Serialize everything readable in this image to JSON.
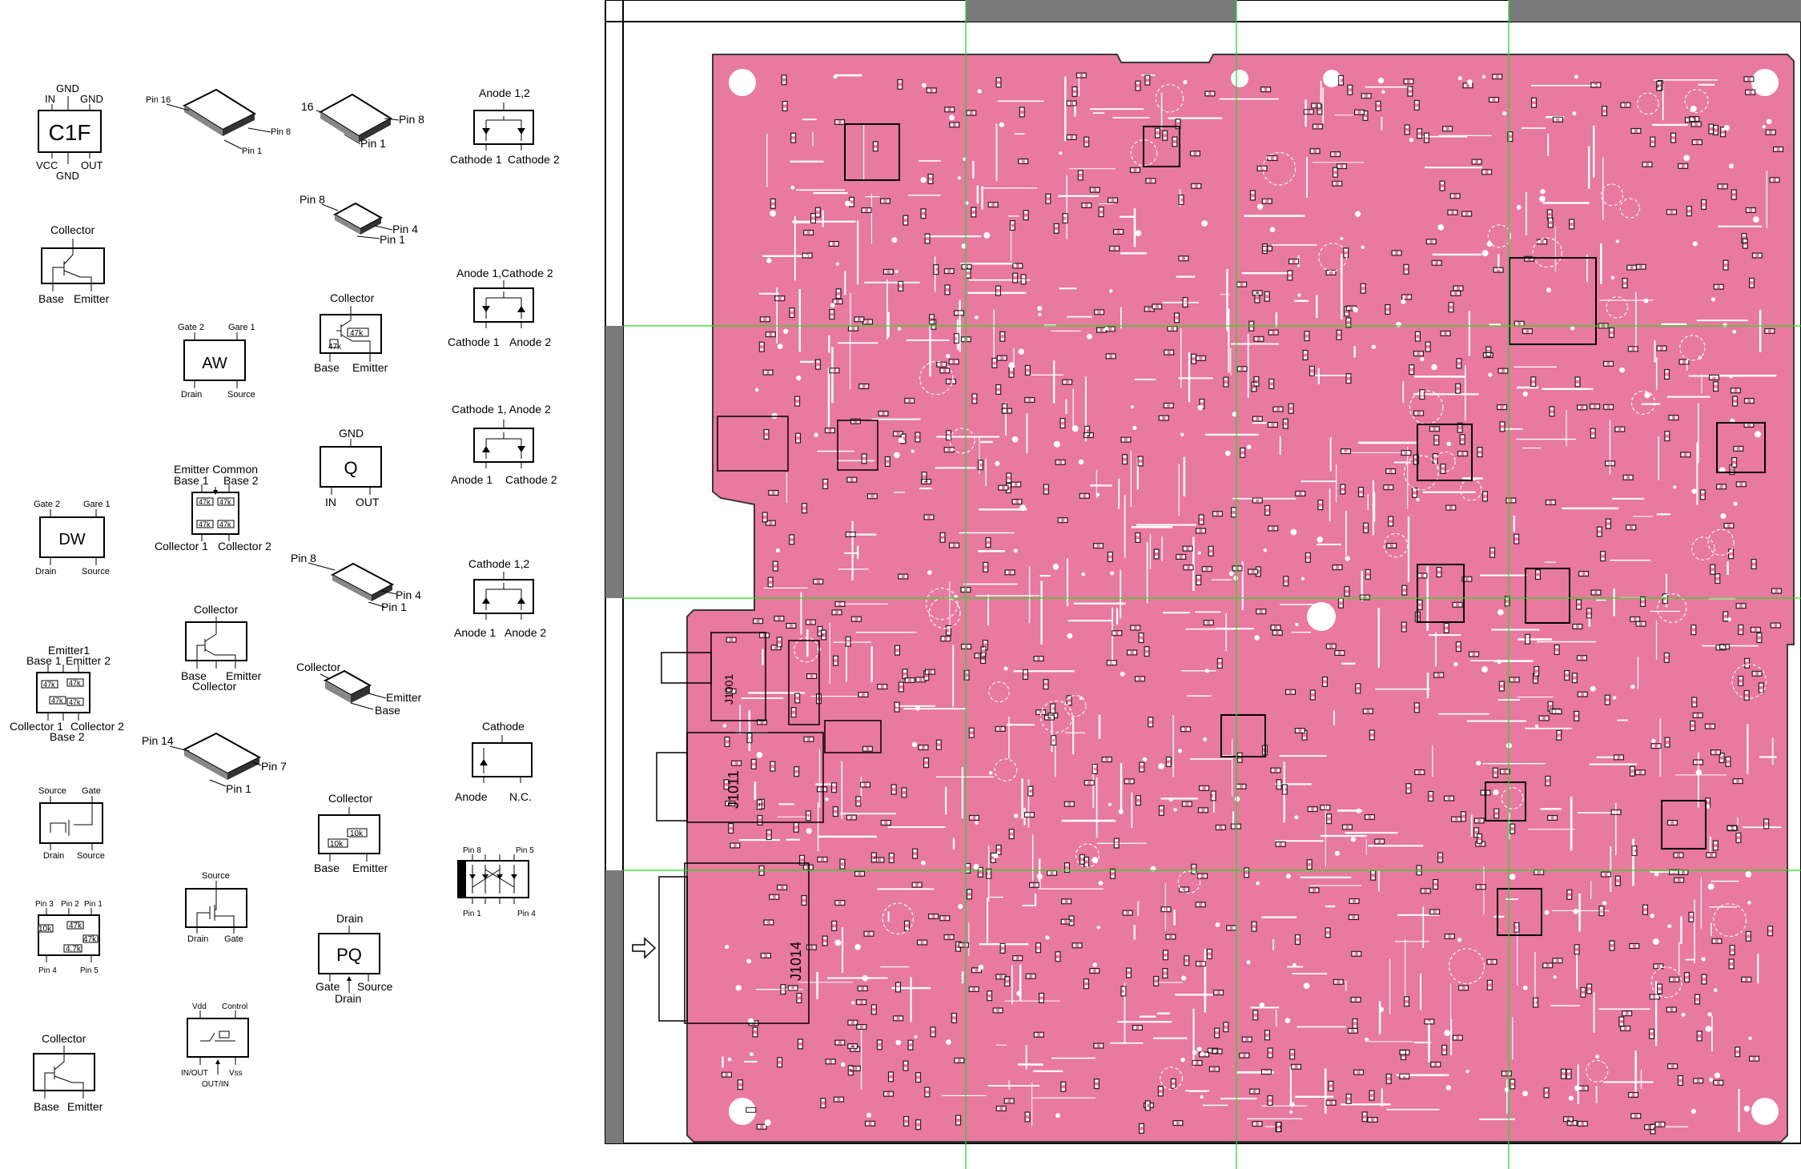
{
  "legend": {
    "c1f": {
      "mark": "C1F",
      "pins": [
        "IN",
        "GND",
        "GND",
        "VCC",
        "GND",
        "OUT"
      ]
    },
    "soic16_a": {
      "pin_top": "Pin 16",
      "pin_right": "Pin 8",
      "pin_bottom": "Pin 1"
    },
    "soic16_b": {
      "pin_top": "16",
      "pin_right": "Pin 8",
      "pin_bottom": "Pin 1"
    },
    "diode_dual_a": {
      "top": "Anode 1,2",
      "left": "Cathode 1",
      "right": "Cathode 2"
    },
    "tr_sot23": {
      "top": "Collector",
      "left": "Base",
      "right": "Emitter"
    },
    "soic8_a": {
      "pin_top": "Pin 8",
      "pin_right": "Pin 4",
      "pin_bottom": "Pin 1"
    },
    "diode_ac": {
      "top": "Anode 1,Cathode 2",
      "left": "Cathode 1",
      "right": "Anode 2"
    },
    "aw": {
      "mark": "AW",
      "g2": "Gate 2",
      "g1": "Gare  1",
      "d": "Drain",
      "s": "Source"
    },
    "tr_res47k": {
      "top": "Collector",
      "r1": "47k",
      "r2": "47k",
      "left": "Base",
      "right": "Emitter"
    },
    "diode_ca": {
      "top": "Cathode 1, Anode 2",
      "left": "Anode 1",
      "right": "Cathode 2"
    },
    "q_reg": {
      "top": "GND",
      "mark": "Q",
      "left": "IN",
      "right": "OUT"
    },
    "dw": {
      "mark": "DW",
      "g2": "Gate 2",
      "g1": "Gare  1",
      "d": "Drain",
      "s": "Source"
    },
    "emitter_common": {
      "top": "Emitter Common",
      "b1": "Base 1",
      "b2": "Base 2",
      "r": "47k",
      "c1": "Collector 1",
      "c2": "Collector 2"
    },
    "soic8_b": {
      "pin_top": "Pin 8",
      "pin_right": "Pin 4",
      "pin_bottom": "Pin 1"
    },
    "diode_cc": {
      "top": "Cathode 1,2",
      "left": "Anode 1",
      "right": "Anode 2"
    },
    "tr_sot89": {
      "top": "Collector",
      "left": "Base",
      "right": "Emitter",
      "bottom": "Collector"
    },
    "dual_tr": {
      "top": "Emitter1",
      "b1": "Base 1",
      "e2": "Emitter 2",
      "r": "47k",
      "c1": "Collector 1",
      "c2": "Collector 2",
      "b2": "Base 2"
    },
    "dpak": {
      "top": "Collector",
      "right": "Emitter",
      "bottom": "Base"
    },
    "soic14": {
      "pin_top": "Pin 14",
      "pin_right": "Pin 7",
      "pin_bottom": "Pin 1"
    },
    "diode_single": {
      "top": "Cathode",
      "left": "Anode",
      "right": "N.C."
    },
    "fet_dual": {
      "left_top": "Source",
      "right_top": "Gate",
      "left": "Drain",
      "right": "Source"
    },
    "tr_res10k": {
      "top": "Collector",
      "r1": "10k",
      "r2": "10k",
      "left": "Base",
      "right": "Emitter"
    },
    "diode_bridge": {
      "p8": "Pin 8",
      "p5": "Pin 5",
      "p1": "Pin 1",
      "p4": "Pin 4"
    },
    "res_array": {
      "p3": "Pin 3",
      "p2": "Pin 2",
      "p1": "Pin 1",
      "r10": "10k",
      "r47a": "47k",
      "r47b": "47k",
      "r47": "4.7k",
      "p4": "Pin 4",
      "p5": "Pin 5"
    },
    "fet_single": {
      "top": "Source",
      "left": "Drain",
      "right": "Gate"
    },
    "pq": {
      "top": "Drain",
      "mark": "PQ",
      "left": "Gate",
      "right": "Source",
      "bottom": "Drain"
    },
    "tr_sot23_b": {
      "top": "Collector",
      "left": "Base",
      "right": "Emitter"
    },
    "switch_ic": {
      "vdd": "Vdd",
      "ctrl": "Control",
      "inout": "IN/OUT",
      "vss": "Vss",
      "outin": "OUT/IN"
    }
  },
  "pcb": {
    "board_color": "#e8799f",
    "grid_color": "#22dd22",
    "connectors": {
      "j1011": "J1011",
      "j1014": "J1014",
      "j1001": "J1001"
    }
  }
}
